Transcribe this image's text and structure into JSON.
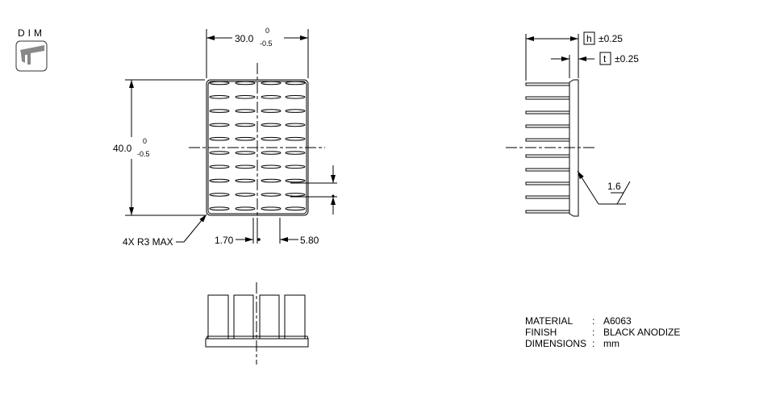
{
  "toolbar": {
    "dim_label": "DIM",
    "dim_icon": "caliper-icon"
  },
  "top_view": {
    "width_dim": {
      "value": "30.0",
      "upper_tol": "0",
      "lower_tol": "-0.5"
    },
    "height_dim": {
      "value": "40.0",
      "upper_tol": "0",
      "lower_tol": "-0.5"
    },
    "corner_note": "4X R3 MAX",
    "fin_thickness": "1.70",
    "fin_pitch": "5.80"
  },
  "side_view": {
    "h_label": "h",
    "h_tol": "±0.25",
    "t_label": "t",
    "t_tol": "±0.25",
    "surface_finish": "1.6"
  },
  "notes": [
    {
      "key": "MATERIAL",
      "sep": ":",
      "value": "A6063"
    },
    {
      "key": "FINISH",
      "sep": ":",
      "value": "BLACK ANODIZE"
    },
    {
      "key": "DIMENSIONS",
      "sep": ":",
      "value": "mm"
    }
  ]
}
